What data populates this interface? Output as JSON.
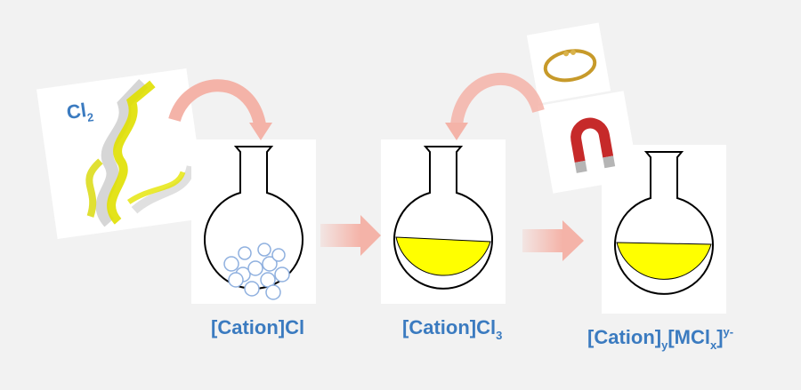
{
  "reagent": {
    "formula": "Cl",
    "subscript": "2"
  },
  "steps": [
    {
      "base": "[Cation]Cl",
      "sub": "",
      "part2": "",
      "sub2": "",
      "sup": "",
      "contents": "white spheres"
    },
    {
      "base": "[Cation]Cl",
      "sub": "3",
      "part2": "",
      "sub2": "",
      "sup": "",
      "contents": "yellow liquid"
    },
    {
      "base": "[Cation]",
      "sub": "y",
      "part2": "[MCl",
      "sub2": "x",
      "part2_end": "]",
      "sup": "y-",
      "contents": "yellow liquid"
    }
  ],
  "inputs": [
    "gold ring",
    "magnet"
  ],
  "colors": {
    "background": "#f2f2f2",
    "label": "#3b7bc0",
    "liquid": "#ffff00",
    "sphere": "#8fb0df",
    "arrow": "#f4b3a8",
    "gas": "#e0e000"
  }
}
